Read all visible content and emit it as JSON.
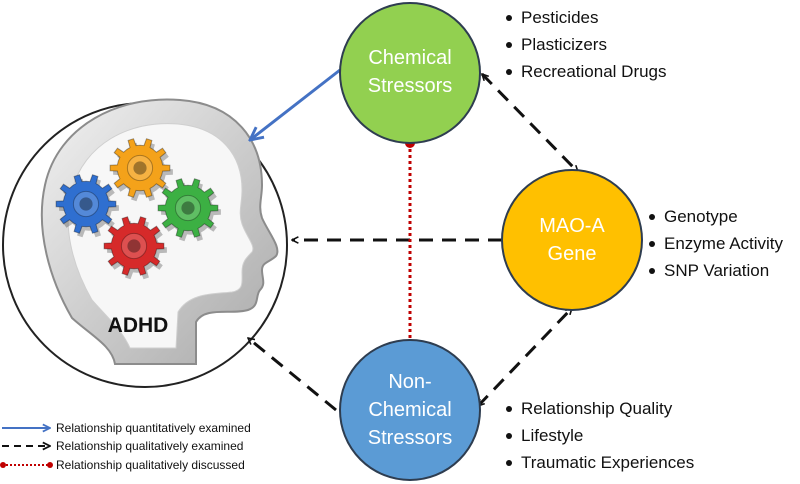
{
  "nodes": {
    "adhd": {
      "label": "ADHD"
    },
    "chemical": {
      "line1": "Chemical",
      "line2": "Stressors",
      "color": "#92d050",
      "items": [
        "Pesticides",
        "Plasticizers",
        "Recreational Drugs"
      ]
    },
    "mao": {
      "line1": "MAO-A",
      "line2": "Gene",
      "color": "#ffc000",
      "items": [
        "Genotype",
        "Enzyme Activity",
        "SNP Variation"
      ]
    },
    "nonchemical": {
      "line1": "Non-",
      "line2": "Chemical",
      "line3": "Stressors",
      "color": "#5b9bd5",
      "items": [
        "Relationship Quality",
        "Lifestyle",
        "Traumatic Experiences"
      ]
    }
  },
  "legend": [
    {
      "label": "Relationship quantitatively examined",
      "style": "solid",
      "color": "#4472c4"
    },
    {
      "label": "Relationship qualitatively examined",
      "style": "dashed",
      "color": "#000000"
    },
    {
      "label": "Relationship qualitatively discussed",
      "style": "dotted",
      "color": "#c00000"
    }
  ],
  "gears": [
    {
      "name": "blue-gear-icon",
      "color": "#2f6fd0"
    },
    {
      "name": "orange-gear-icon",
      "color": "#f4a21a"
    },
    {
      "name": "green-gear-icon",
      "color": "#3cb043"
    },
    {
      "name": "red-gear-icon",
      "color": "#d62a2a"
    }
  ]
}
